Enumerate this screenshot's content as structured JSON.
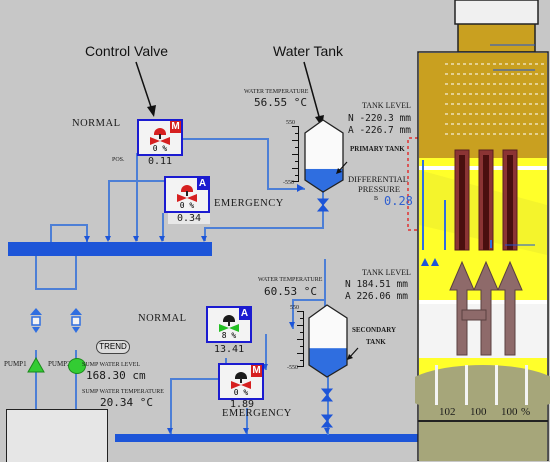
{
  "annotations": {
    "control_valve": "Control Valve",
    "water_tank": "Water Tank"
  },
  "primary": {
    "water_temp_label": "WATER TEMPERATURE",
    "water_temp_value": "56.55 °C",
    "tank_level_label": "TANK LEVEL",
    "level_n": "N -220.3 mm",
    "level_a": "A -226.7 mm",
    "tank_name": "PRIMARY TANK",
    "scale_top": "550",
    "scale_bottom": "-550",
    "level_fraction": 0.32,
    "diff_pressure_label_1": "DIFFERENTIAL",
    "diff_pressure_label_2": "PRESSURE",
    "diff_pressure_unit": "B",
    "diff_pressure_value": "0.28"
  },
  "secondary": {
    "water_temp_label": "WATER TEMPERATURE",
    "water_temp_value": "60.53 °C",
    "tank_level_label": "TANK LEVEL",
    "level_n": "N 184.51 mm",
    "level_a": "A 226.06 mm",
    "tank_name_1": "SECONDARY",
    "tank_name_2": "TANK",
    "scale_top": "550",
    "scale_bottom": "-550",
    "level_fraction": 0.4
  },
  "valves": {
    "primary_normal": {
      "label": "NORMAL",
      "mode": "M",
      "pct": "0 %",
      "pos_label": "POS.",
      "value": "0.11"
    },
    "primary_emergency": {
      "label": "EMERGENCY",
      "mode": "A",
      "pct": "0 %",
      "value": "0.34"
    },
    "secondary_normal": {
      "label": "NORMAL",
      "mode": "A",
      "pct": "8 %",
      "value": "13.41"
    },
    "secondary_emergency": {
      "label": "EMERGENCY",
      "mode": "M",
      "pct": "0 %",
      "value": "1.89"
    }
  },
  "pumps": {
    "pump1": "PUMP1",
    "pump2": "PUMP2"
  },
  "trend_button": "TREND",
  "sump": {
    "level_label": "SUMP WATER LEVEL",
    "level_value": "168.30 cm",
    "temp_label": "SUMP WATER TEMPERATURE",
    "temp_value": "20.34 °C"
  },
  "bottom_values": {
    "v1": "102",
    "v2": "100",
    "v3": "100",
    "unit": "%"
  },
  "colors": {
    "pipe": "#4d7fd6",
    "header": "#1d55d8",
    "yellow": "#ffff2a",
    "brown": "#8b3434",
    "valve_border": "#1b1bd0"
  }
}
